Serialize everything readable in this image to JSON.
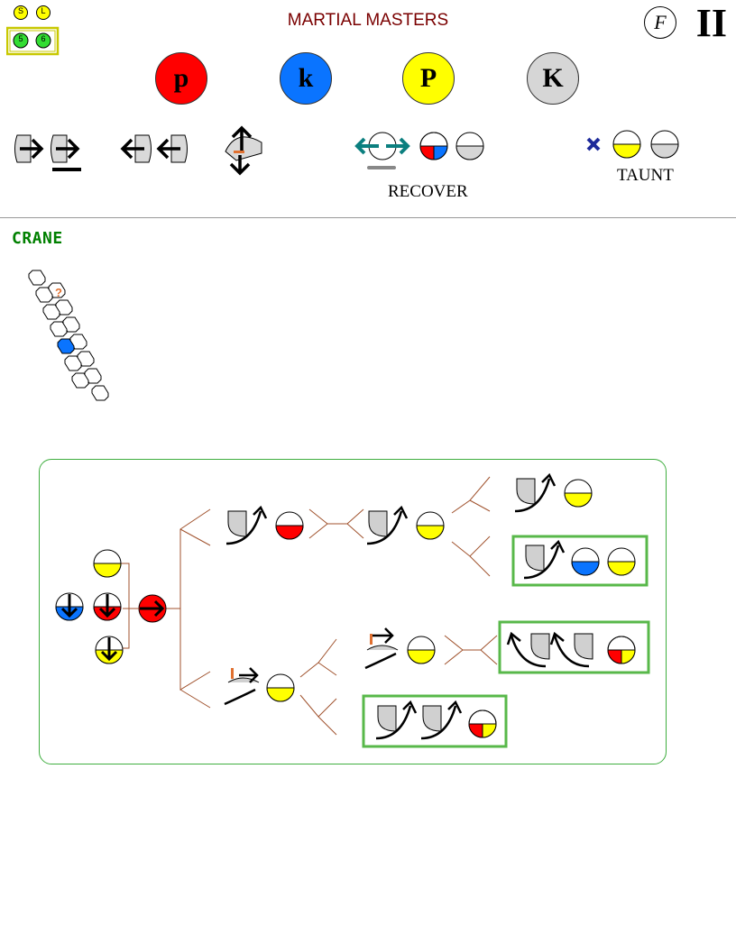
{
  "header": {
    "title": "MARTIAL MASTERS",
    "game_number": "II",
    "f_badge": "F",
    "legend_top": [
      "S",
      "L"
    ],
    "legend_bottom": [
      "5",
      "6"
    ]
  },
  "buttons": [
    {
      "label": "p",
      "color": "#ff0000"
    },
    {
      "label": "k",
      "color": "#0a74ff"
    },
    {
      "label": "P",
      "color": "#ffff00"
    },
    {
      "label": "K",
      "color": "#d6d6d6"
    }
  ],
  "moves_row": {
    "recover_label": "RECOVER",
    "taunt_label": "TAUNT"
  },
  "character": {
    "name": "CRANE",
    "grid_marker": "?"
  },
  "colors": {
    "red": "#ff0000",
    "blue": "#0a74ff",
    "yellow": "#ffff00",
    "gray": "#d6d6d6",
    "teal": "#0b7f7f",
    "brown": "#a0522d",
    "green": "#58b84a"
  }
}
